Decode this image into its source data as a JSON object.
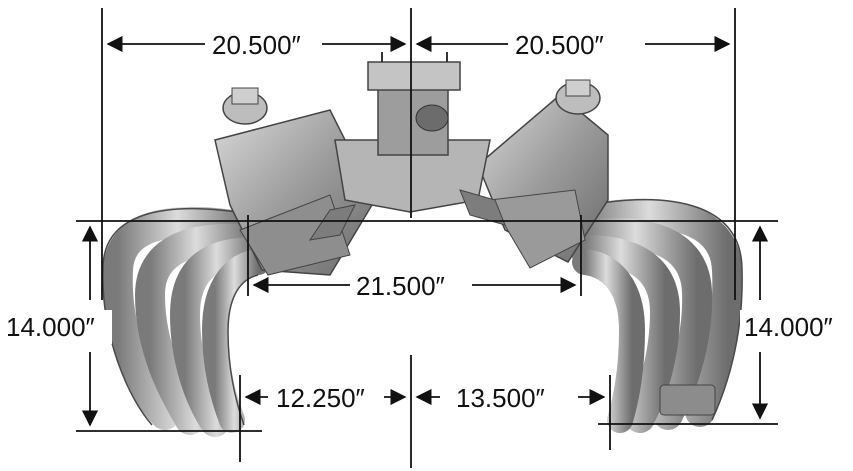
{
  "diagram": {
    "dimensions": {
      "top_left_width": "20.500″",
      "top_right_width": "20.500″",
      "flange_span": "21.500″",
      "left_height": "14.000″",
      "right_height": "14.000″",
      "left_offset": "12.250″",
      "right_offset": "13.500″"
    },
    "colors": {
      "line": "#111111",
      "metal_dark": "#6f6f6f",
      "metal_mid": "#a8a8a8",
      "metal_light": "#d6d6d6"
    }
  }
}
